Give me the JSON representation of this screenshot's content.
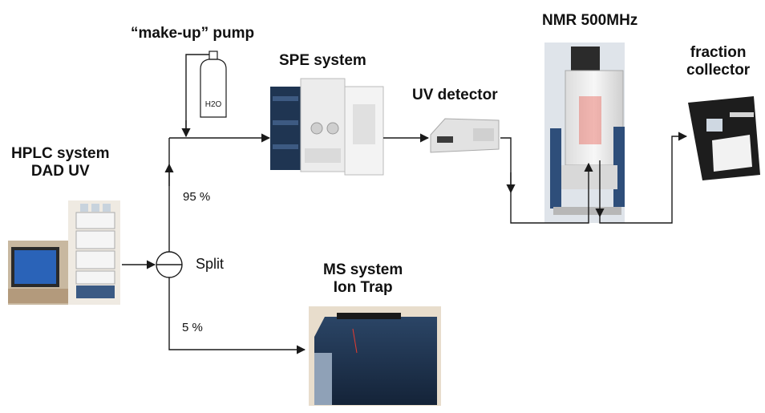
{
  "labels": {
    "hplc_line1": "HPLC system",
    "hplc_line2": "DAD UV",
    "makeup_pump": "“make-up” pump",
    "spe_system": "SPE system",
    "uv_detector": "UV detector",
    "nmr": "NMR 500MHz",
    "fraction_line1": "fraction",
    "fraction_line2": "collector",
    "ms_line1": "MS system",
    "ms_line2": "Ion Trap",
    "split": "Split",
    "percent_95": "95 %",
    "percent_5": "5 %",
    "bottle": "H2O"
  },
  "colors": {
    "line": "#1a1a1a",
    "instrument_navy": "#1f3552",
    "instrument_grey": "#e6e6e6",
    "magnet_white": "#f1f1f1",
    "leg_blue": "#2e4e7a"
  }
}
